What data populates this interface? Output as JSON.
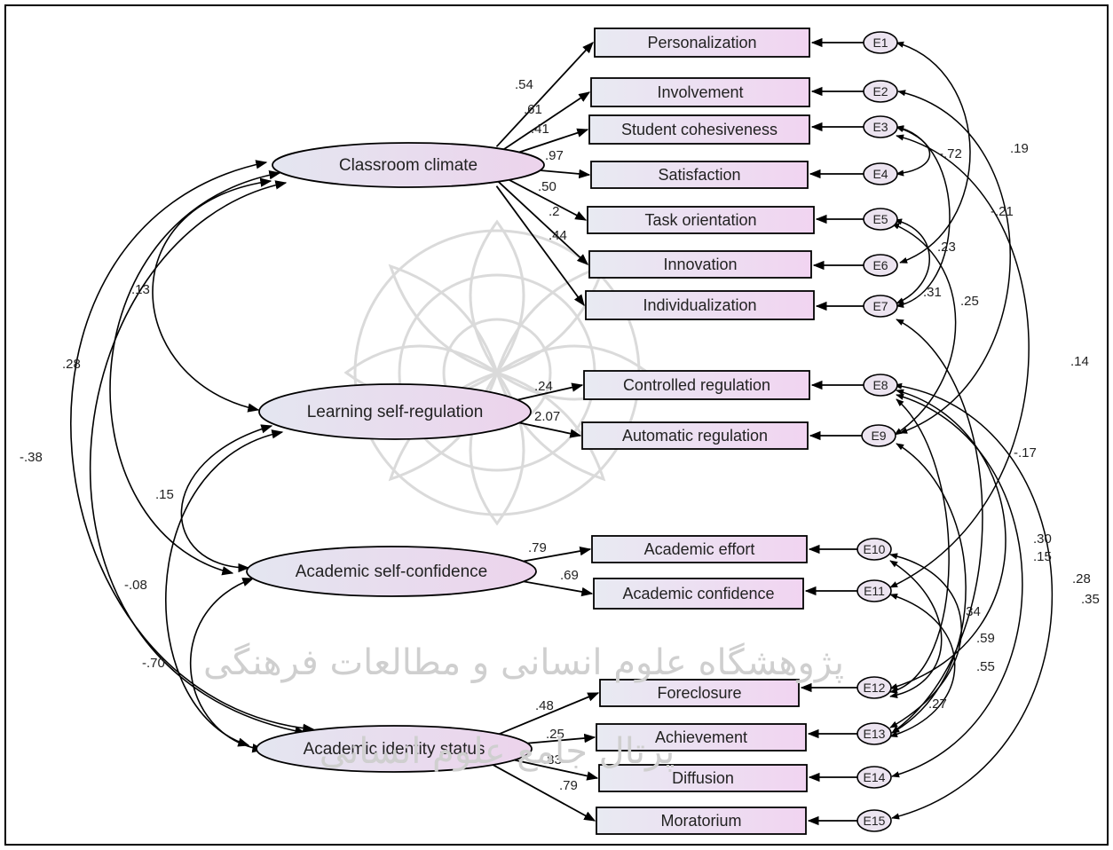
{
  "latents": [
    {
      "id": "classroom",
      "label": "Classroom climate"
    },
    {
      "id": "selfreg",
      "label": "Learning self-regulation"
    },
    {
      "id": "selfconf",
      "label": "Academic self-confidence"
    },
    {
      "id": "identity",
      "label": "Academic identity status"
    }
  ],
  "observed": [
    {
      "id": "personalization",
      "label": "Personalization",
      "error": "E1"
    },
    {
      "id": "involvement",
      "label": "Involvement",
      "error": "E2"
    },
    {
      "id": "cohesiveness",
      "label": "Student cohesiveness",
      "error": "E3"
    },
    {
      "id": "satisfaction",
      "label": "Satisfaction",
      "error": "E4"
    },
    {
      "id": "task",
      "label": "Task orientation",
      "error": "E5"
    },
    {
      "id": "innovation",
      "label": "Innovation",
      "error": "E6"
    },
    {
      "id": "individualization",
      "label": "Individualization",
      "error": "E7"
    },
    {
      "id": "controlled",
      "label": "Controlled regulation",
      "error": "E8"
    },
    {
      "id": "automatic",
      "label": "Automatic regulation",
      "error": "E9"
    },
    {
      "id": "effort",
      "label": "Academic effort",
      "error": "E10"
    },
    {
      "id": "confidence",
      "label": "Academic confidence",
      "error": "E11"
    },
    {
      "id": "foreclosure",
      "label": "Foreclosure",
      "error": "E12"
    },
    {
      "id": "achievement",
      "label": "Achievement",
      "error": "E13"
    },
    {
      "id": "diffusion",
      "label": "Diffusion",
      "error": "E14"
    },
    {
      "id": "moratorium",
      "label": "Moratorium",
      "error": "E15"
    }
  ],
  "loadings": [
    ".54",
    ".61",
    ".41",
    ".97",
    ".50",
    ".2",
    ".44",
    ".24",
    "2.07",
    ".79",
    ".69",
    ".48",
    ".25",
    ".83",
    ".79"
  ],
  "latent_correlations": [
    ".13",
    ".28",
    ".15",
    "-.08",
    "-.70",
    "-.38"
  ],
  "error_correlations": [
    "-.72",
    ".19",
    "-.21",
    ".23",
    ".31",
    ".25",
    ".14",
    "-.17",
    ".30",
    ".15",
    ".28",
    ".35",
    ".34",
    ".59",
    ".55",
    ".27"
  ],
  "watermark": {
    "line1": "پژوهشگاه علوم انسانی و مطالعات فرهنگی",
    "line2": "پرتال جامع علوم انسانی"
  }
}
